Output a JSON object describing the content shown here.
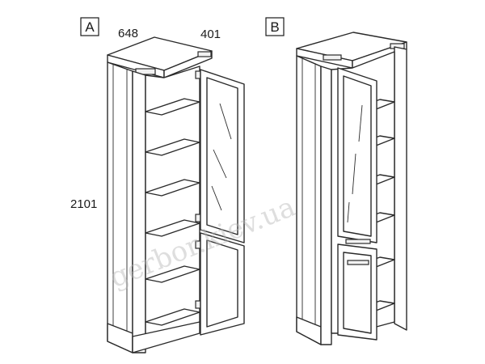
{
  "views": {
    "a": {
      "label": "A"
    },
    "b": {
      "label": "B"
    }
  },
  "dimensions": {
    "width": "648",
    "depth": "401",
    "height": "2101"
  },
  "watermark": {
    "text": "gerbor.kiev.ua"
  }
}
